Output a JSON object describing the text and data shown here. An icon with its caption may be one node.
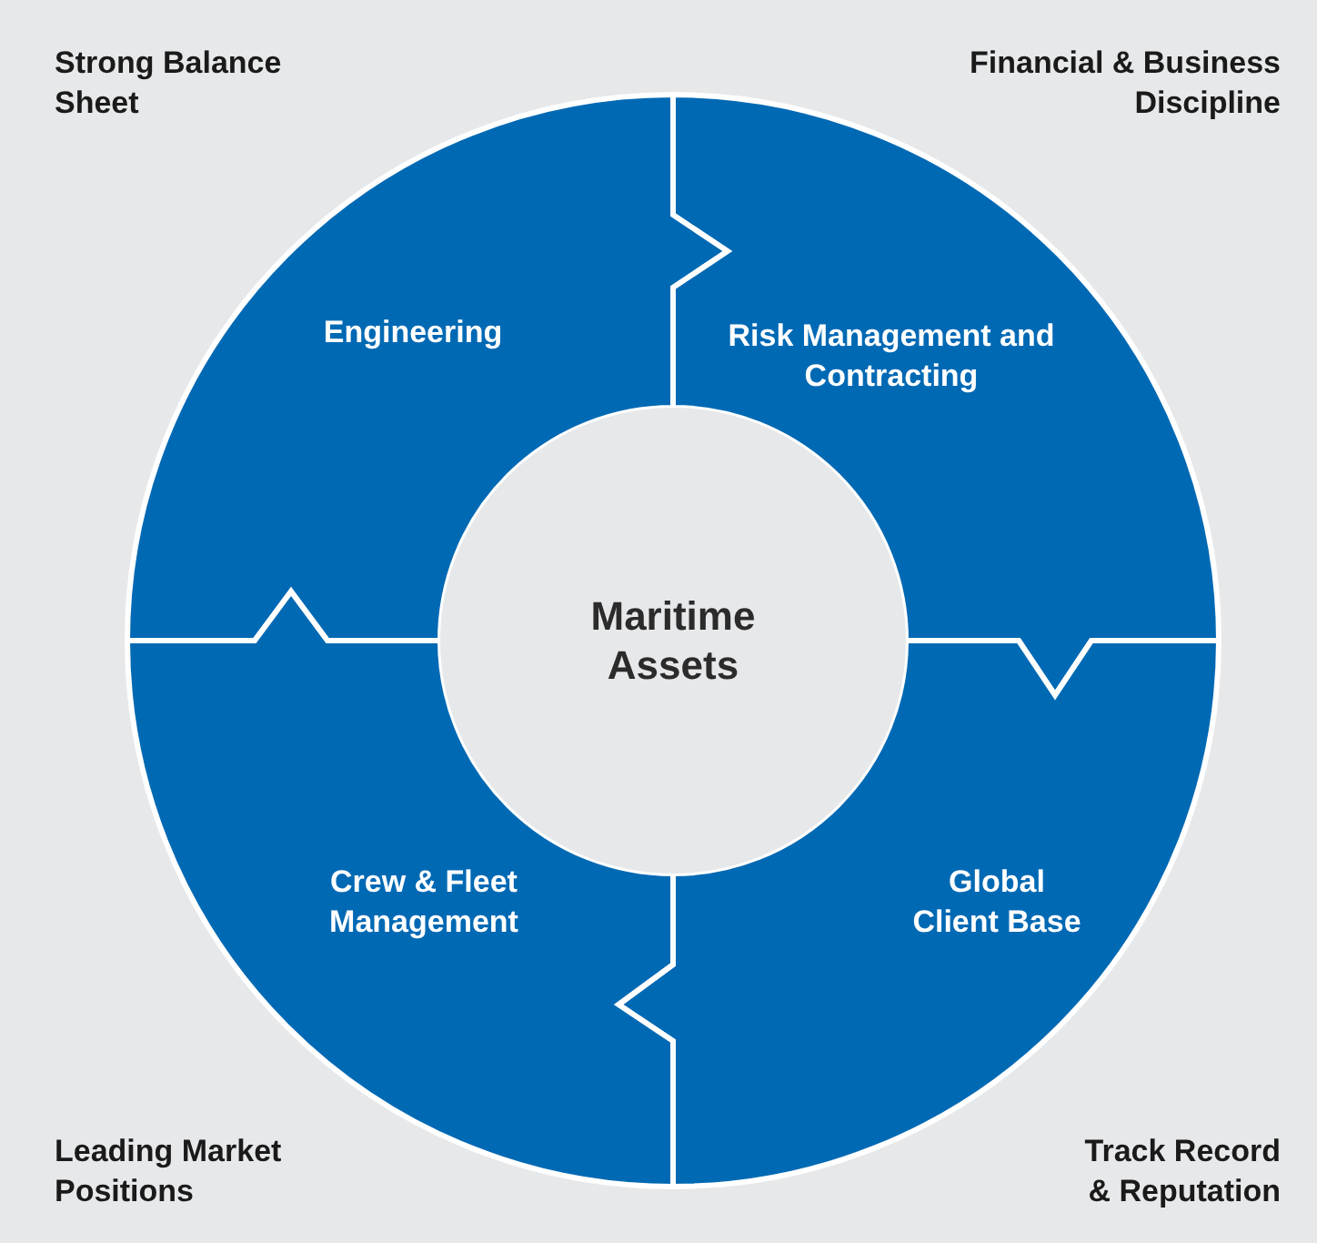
{
  "diagram": {
    "nodes": [
      {
        "text": [
          "Maritime Assets"
        ]
      },
      {
        "text": [
          "Engineering"
        ]
      },
      {
        "text": [
          "Risk Management and Contracting"
        ]
      },
      {
        "text": [
          "Global Client Base"
        ]
      },
      {
        "text": [
          "Crew & Fleet Management"
        ]
      }
    ],
    "labels": [
      "Strong Balance Sheet",
      "Financial & Business Discipline",
      "Leading Market Positions",
      "Track Record & Reputation"
    ]
  }
}
